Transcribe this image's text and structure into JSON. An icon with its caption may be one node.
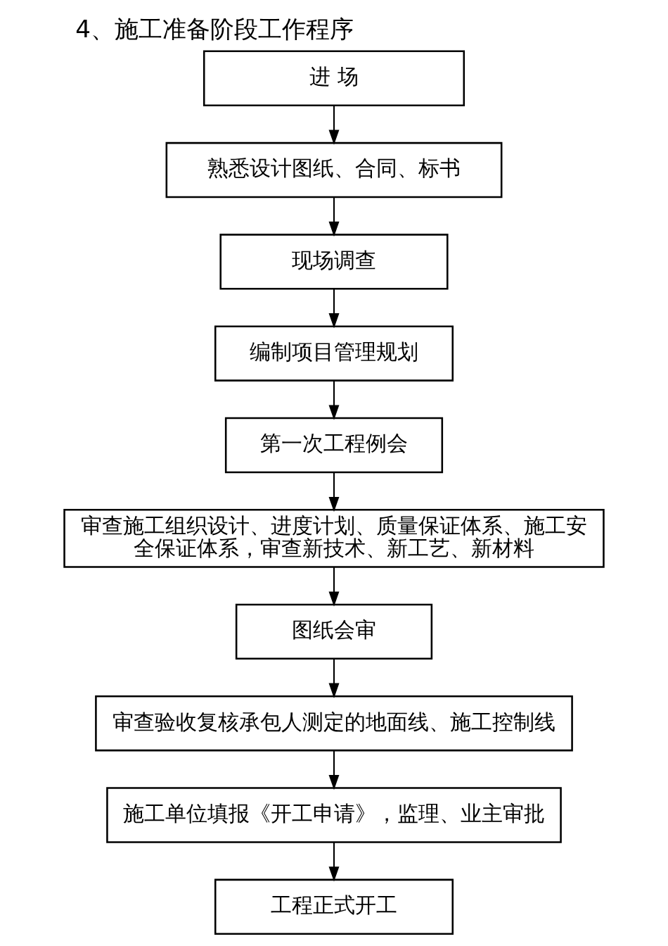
{
  "diagram": {
    "title": "4、施工准备阶段工作程序",
    "nodes": [
      {
        "text": [
          "进 场"
        ]
      },
      {
        "text": [
          "熟悉设计图纸、合同、标书"
        ]
      },
      {
        "text": [
          "现场调查"
        ]
      },
      {
        "text": [
          "编制项目管理规划"
        ]
      },
      {
        "text": [
          "第一次工程例会"
        ]
      },
      {
        "text": [
          "审查施工组织设计、进度计划、质量保证体系、施工安全保证体系，审查新技术、新工艺、新材料"
        ]
      },
      {
        "text": [
          "图纸会审"
        ]
      },
      {
        "text": [
          "审查验收复核承包人测定的地面线、施工控制线"
        ]
      },
      {
        "text": [
          "施工单位填报《开工申请》，监理、业主审批"
        ]
      },
      {
        "text": [
          "工程正式开工"
        ]
      }
    ],
    "edges": [
      {
        "from": 0,
        "to": 1,
        "arrow": "to"
      },
      {
        "from": 1,
        "to": 2,
        "arrow": "to"
      },
      {
        "from": 2,
        "to": 3,
        "arrow": "to"
      },
      {
        "from": 3,
        "to": 4,
        "arrow": "to"
      },
      {
        "from": 4,
        "to": 5,
        "arrow": "to"
      },
      {
        "from": 5,
        "to": 6,
        "arrow": "to"
      },
      {
        "from": 6,
        "to": 7,
        "arrow": "to"
      },
      {
        "from": 7,
        "to": 8,
        "arrow": "to"
      },
      {
        "from": 8,
        "to": 9,
        "arrow": "to"
      }
    ]
  }
}
